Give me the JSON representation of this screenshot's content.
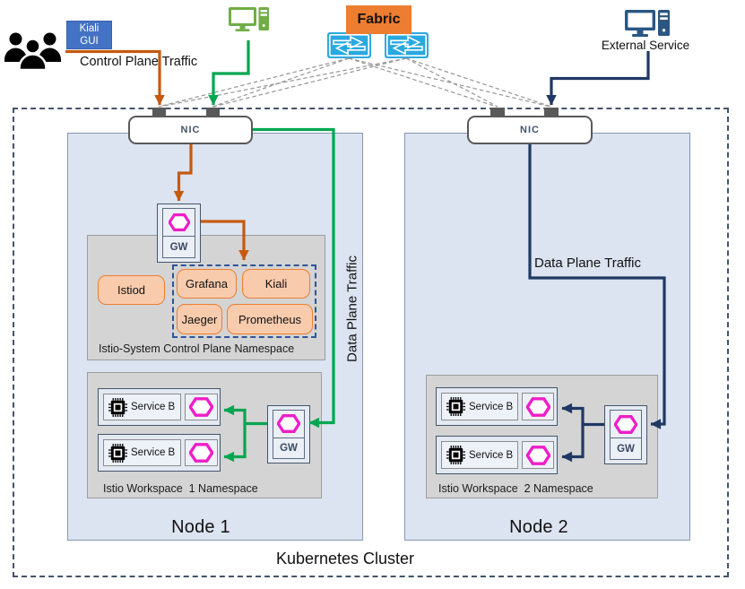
{
  "diagram_title": "Istio on Kubernetes cluster traffic diagram",
  "colors": {
    "kiali_gui_blue": "#4472C4",
    "fabric_orange": "#ED7D31",
    "app_box_fill": "#F8CBAD",
    "app_box_border": "#ED7D31",
    "control_plane_traffic_orange": "#C55A11",
    "data_plane_traffic_green": "#00A650",
    "external_traffic_navy": "#1F3864",
    "switch_cyan": "#29A9E0",
    "workstation_green": "#70AD47",
    "external_service_blue": "#2A5783",
    "node_fill": "#DCE4F1",
    "namespace_gray": "#D4D4D4",
    "hexagon_magenta": "#EE1EC8",
    "nic_gray": "#595959",
    "dashed_group_navy": "#2F5496",
    "fabric_link_gray": "#A6A6A6"
  },
  "icons": {
    "users": "users-icon",
    "workstation": "workstation-icon",
    "switch": "network-switch-icon",
    "external_computer": "computer-icon",
    "chip": "cpu-chip-icon",
    "hexagon": "istio-proxy-hexagon-icon"
  },
  "top": {
    "kiali_gui_line1": "Kiali",
    "kiali_gui_line2": "GUI",
    "control_plane_traffic_label": "Control Plane Traffic",
    "fabric_label": "Fabric",
    "external_service_label": "External Service"
  },
  "cluster": {
    "label": "Kubernetes Cluster",
    "node1": {
      "label": "Node 1",
      "nic_label": "NIC",
      "gateway_label": "GW",
      "data_plane_traffic_label": "Data Plane Traffic",
      "control_namespace": {
        "label": "Istio-System Control Plane Namespace",
        "apps": {
          "istiod": "Istiod",
          "grafana": "Grafana",
          "kiali": "Kiali",
          "jaeger": "Jaeger",
          "prometheus": "Prometheus"
        }
      },
      "workspace_namespace": {
        "label": "Istio Workspace  1 Namespace",
        "service1_label": "Service B",
        "service2_label": "Service B",
        "gateway_label": "GW"
      }
    },
    "node2": {
      "label": "Node 2",
      "nic_label": "NIC",
      "data_plane_traffic_label": "Data Plane Traffic",
      "workspace_namespace": {
        "label": "Istio Workspace  2 Namespace",
        "service1_label": "Service B",
        "service2_label": "Service B",
        "gateway_label": "GW"
      }
    }
  }
}
